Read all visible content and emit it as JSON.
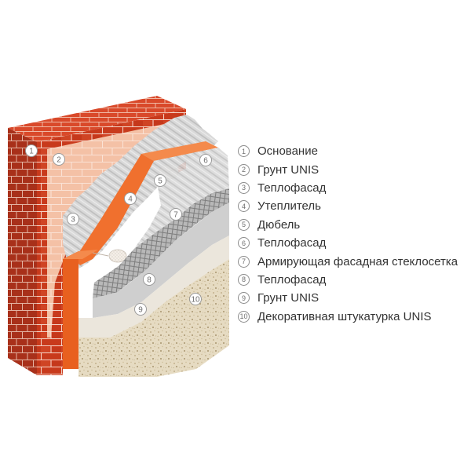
{
  "diagram": {
    "colors": {
      "brick": "#c93b1f",
      "mortar": "#ececec",
      "primer": "#f6c4a6",
      "adhesive": "#d7d7d7",
      "insulation": "#f0702e",
      "mesh": "#a9a9a9",
      "base_coat": "#e7e2d6",
      "decor_plaster": "#e6dac0"
    },
    "markers": [
      "1",
      "2",
      "3",
      "4",
      "5",
      "6",
      "7",
      "8",
      "9",
      "10"
    ]
  },
  "legend": [
    {
      "num": "1",
      "text": "Основание"
    },
    {
      "num": "2",
      "text": "Грунт UNIS"
    },
    {
      "num": "3",
      "text": "Теплофасад"
    },
    {
      "num": "4",
      "text": "Утеплитель"
    },
    {
      "num": "5",
      "text": "Дюбель"
    },
    {
      "num": "6",
      "text": "Теплофасад"
    },
    {
      "num": "7",
      "text": "Армирующая фасадная стеклосетка"
    },
    {
      "num": "8",
      "text": "Теплофасад"
    },
    {
      "num": "9",
      "text": "Грунт UNIS"
    },
    {
      "num": "10",
      "text": "Декоративная штукатурка UNIS"
    }
  ]
}
